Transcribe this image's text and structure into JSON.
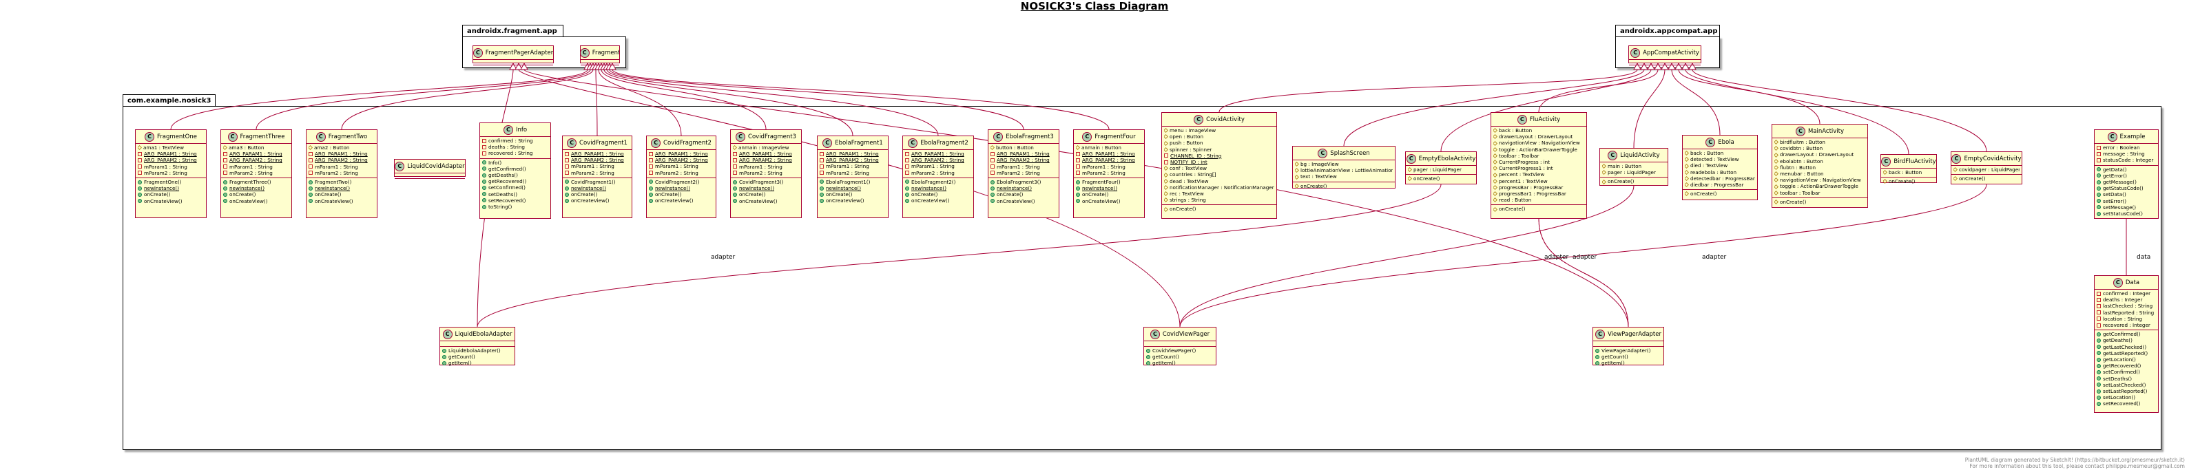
{
  "diagram": {
    "title": "NOSICK3's Class Diagram",
    "packages": {
      "fragment_app": "androidx.fragment.app",
      "appcompat_app": "androidx.appcompat.app",
      "main": "com.example.nosick3"
    },
    "edge_labels": {
      "adapter": "adapter",
      "data": "data"
    },
    "footer": {
      "line1": "PlantUML diagram generated by SketchIt! (https://bitbucket.org/pmesmeur/sketch.it)",
      "line2": "For more information about this tool, please contact philippe.mesmeur@gmail.com"
    },
    "colors": {
      "class_fill": "#FEFECE",
      "class_border": "#A80036",
      "private": "#C82930",
      "public": "#84BE84",
      "protected": "#B38D22"
    }
  },
  "classes": {
    "FragmentPagerAdapter": {
      "name": "FragmentPagerAdapter",
      "fields": [],
      "methods": []
    },
    "Fragment": {
      "name": "Fragment",
      "fields": [],
      "methods": []
    },
    "AppCompatActivity": {
      "name": "AppCompatActivity",
      "fields": [],
      "methods": []
    },
    "FragmentOne": {
      "name": "FragmentOne",
      "fields": [
        [
          "prot",
          "ama1 : TextView"
        ],
        [
          "priv",
          "ARG_PARAM1 : String",
          "st"
        ],
        [
          "priv",
          "ARG_PARAM2 : String",
          "st"
        ],
        [
          "priv",
          "mParam1 : String"
        ],
        [
          "priv",
          "mParam2 : String"
        ]
      ],
      "methods": [
        [
          "pub",
          "FragmentOne()"
        ],
        [
          "pub",
          "newInstance()",
          "st"
        ],
        [
          "pub",
          "onCreate()"
        ],
        [
          "pub",
          "onCreateView()"
        ]
      ]
    },
    "FragmentThree": {
      "name": "FragmentThree",
      "fields": [
        [
          "prot",
          "ama3 : Button"
        ],
        [
          "priv",
          "ARG_PARAM1 : String",
          "st"
        ],
        [
          "priv",
          "ARG_PARAM2 : String",
          "st"
        ],
        [
          "priv",
          "mParam1 : String"
        ],
        [
          "priv",
          "mParam2 : String"
        ]
      ],
      "methods": [
        [
          "pub",
          "FragmentThree()"
        ],
        [
          "pub",
          "newInstance()",
          "st"
        ],
        [
          "pub",
          "onCreate()"
        ],
        [
          "pub",
          "onCreateView()"
        ]
      ]
    },
    "FragmentTwo": {
      "name": "FragmentTwo",
      "fields": [
        [
          "prot",
          "ama2 : Button"
        ],
        [
          "priv",
          "ARG_PARAM1 : String",
          "st"
        ],
        [
          "priv",
          "ARG_PARAM2 : String",
          "st"
        ],
        [
          "priv",
          "mParam1 : String"
        ],
        [
          "priv",
          "mParam2 : String"
        ]
      ],
      "methods": [
        [
          "pub",
          "FragmentTwo()"
        ],
        [
          "pub",
          "newInstance()",
          "st"
        ],
        [
          "pub",
          "onCreate()"
        ],
        [
          "pub",
          "onCreateView()"
        ]
      ]
    },
    "LiquidCovidAdapter": {
      "name": "LiquidCovidAdapter",
      "fields": [],
      "methods": []
    },
    "Info": {
      "name": "Info",
      "fields": [
        [
          "priv",
          "confirmed : String"
        ],
        [
          "priv",
          "deaths : String"
        ],
        [
          "priv",
          "recovered : String"
        ]
      ],
      "methods": [
        [
          "pub",
          "Info()"
        ],
        [
          "pub",
          "getConfirmed()"
        ],
        [
          "pub",
          "getDeaths()"
        ],
        [
          "pub",
          "getRecovered()"
        ],
        [
          "pub",
          "setConfirmed()"
        ],
        [
          "pub",
          "setDeaths()"
        ],
        [
          "pub",
          "setRecovered()"
        ],
        [
          "pub",
          "toString()"
        ]
      ]
    },
    "CovidFragment1": {
      "name": "CovidFragment1",
      "fields": [
        [
          "priv",
          "ARG_PARAM1 : String",
          "st"
        ],
        [
          "priv",
          "ARG_PARAM2 : String",
          "st"
        ],
        [
          "priv",
          "mParam1 : String"
        ],
        [
          "priv",
          "mParam2 : String"
        ]
      ],
      "methods": [
        [
          "pub",
          "CovidFragment1()"
        ],
        [
          "pub",
          "newInstance()",
          "st"
        ],
        [
          "pub",
          "onCreate()"
        ],
        [
          "pub",
          "onCreateView()"
        ]
      ]
    },
    "CovidFragment2": {
      "name": "CovidFragment2",
      "fields": [
        [
          "priv",
          "ARG_PARAM1 : String",
          "st"
        ],
        [
          "priv",
          "ARG_PARAM2 : String",
          "st"
        ],
        [
          "priv",
          "mParam1 : String"
        ],
        [
          "priv",
          "mParam2 : String"
        ]
      ],
      "methods": [
        [
          "pub",
          "CovidFragment2()"
        ],
        [
          "pub",
          "newInstance()",
          "st"
        ],
        [
          "pub",
          "onCreate()"
        ],
        [
          "pub",
          "onCreateView()"
        ]
      ]
    },
    "CovidFragment3": {
      "name": "CovidFragment3",
      "fields": [
        [
          "prot",
          "anmain : ImageView"
        ],
        [
          "priv",
          "ARG_PARAM1 : String",
          "st"
        ],
        [
          "priv",
          "ARG_PARAM2 : String",
          "st"
        ],
        [
          "priv",
          "mParam1 : String"
        ],
        [
          "priv",
          "mParam2 : String"
        ]
      ],
      "methods": [
        [
          "pub",
          "CovidFragment3()"
        ],
        [
          "pub",
          "newInstance()",
          "st"
        ],
        [
          "pub",
          "onCreate()"
        ],
        [
          "pub",
          "onCreateView()"
        ]
      ]
    },
    "EbolaFragment1": {
      "name": "EbolaFragment1",
      "fields": [
        [
          "priv",
          "ARG_PARAM1 : String",
          "st"
        ],
        [
          "priv",
          "ARG_PARAM2 : String",
          "st"
        ],
        [
          "priv",
          "mParam1 : String"
        ],
        [
          "priv",
          "mParam2 : String"
        ]
      ],
      "methods": [
        [
          "pub",
          "EbolaFragment1()"
        ],
        [
          "pub",
          "newInstance()",
          "st"
        ],
        [
          "pub",
          "onCreate()"
        ],
        [
          "pub",
          "onCreateView()"
        ]
      ]
    },
    "EbolaFragment2": {
      "name": "EbolaFragment2",
      "fields": [
        [
          "priv",
          "ARG_PARAM1 : String",
          "st"
        ],
        [
          "priv",
          "ARG_PARAM2 : String",
          "st"
        ],
        [
          "priv",
          "mParam1 : String"
        ],
        [
          "priv",
          "mParam2 : String"
        ]
      ],
      "methods": [
        [
          "pub",
          "EbolaFragment2()"
        ],
        [
          "pub",
          "newInstance()",
          "st"
        ],
        [
          "pub",
          "onCreate()"
        ],
        [
          "pub",
          "onCreateView()"
        ]
      ]
    },
    "EbolaFragment3": {
      "name": "EbolaFragment3",
      "fields": [
        [
          "prot",
          "button : Button"
        ],
        [
          "priv",
          "ARG_PARAM1 : String",
          "st"
        ],
        [
          "priv",
          "ARG_PARAM2 : String",
          "st"
        ],
        [
          "priv",
          "mParam1 : String"
        ],
        [
          "priv",
          "mParam2 : String"
        ]
      ],
      "methods": [
        [
          "pub",
          "EbolaFragment3()"
        ],
        [
          "pub",
          "newInstance()",
          "st"
        ],
        [
          "pub",
          "onCreate()"
        ],
        [
          "pub",
          "onCreateView()"
        ]
      ]
    },
    "FragmentFour": {
      "name": "FragmentFour",
      "fields": [
        [
          "prot",
          "anmain : Button"
        ],
        [
          "priv",
          "ARG_PARAM1 : String",
          "st"
        ],
        [
          "priv",
          "ARG_PARAM2 : String",
          "st"
        ],
        [
          "priv",
          "mParam1 : String"
        ],
        [
          "priv",
          "mParam2 : String"
        ]
      ],
      "methods": [
        [
          "pub",
          "FragmentFour()"
        ],
        [
          "pub",
          "newInstance()",
          "st"
        ],
        [
          "pub",
          "onCreate()"
        ],
        [
          "pub",
          "onCreateView()"
        ]
      ]
    },
    "CovidActivity": {
      "name": "CovidActivity",
      "fields": [
        [
          "prot",
          "menu : ImageView"
        ],
        [
          "prot",
          "open : Button"
        ],
        [
          "prot",
          "push : Button"
        ],
        [
          "prot",
          "spinner : Spinner"
        ],
        [
          "priv",
          "CHANNEL_ID : String",
          "st"
        ],
        [
          "priv",
          "NOTIFY_ID : int",
          "st"
        ],
        [
          "prot",
          "conf : TextView"
        ],
        [
          "prot",
          "countries : String[]"
        ],
        [
          "prot",
          "dead : TextView"
        ],
        [
          "prot",
          "notificationManager : NotificationManager"
        ],
        [
          "prot",
          "rec : TextView"
        ],
        [
          "prot",
          "strings : String"
        ]
      ],
      "methods": [
        [
          "prot",
          "onCreate()"
        ]
      ]
    },
    "SplashScreen": {
      "name": "SplashScreen",
      "fields": [
        [
          "prot",
          "bg : ImageView"
        ],
        [
          "prot",
          "lottieAnimationView : LottieAnimationView"
        ],
        [
          "prot",
          "text : TextView"
        ]
      ],
      "methods": [
        [
          "prot",
          "onCreate()"
        ]
      ]
    },
    "EmptyEbolaActivity": {
      "name": "EmptyEbolaActivity",
      "fields": [
        [
          "prot",
          "pager : LiquidPager"
        ]
      ],
      "methods": [
        [
          "prot",
          "onCreate()"
        ]
      ]
    },
    "FluActivity": {
      "name": "FluActivity",
      "fields": [
        [
          "prot",
          "back : Button"
        ],
        [
          "prot",
          "drawerLayout : DrawerLayout"
        ],
        [
          "prot",
          "navigationView : NavigationView"
        ],
        [
          "prot",
          "toggle : ActionBarDrawerToggle"
        ],
        [
          "prot",
          "toolbar : Toolbar"
        ],
        [
          "prot",
          "CurrentProgress : int"
        ],
        [
          "prot",
          "CurrentProgress1 : int"
        ],
        [
          "prot",
          "percent : TextView"
        ],
        [
          "prot",
          "percent1 : TextView"
        ],
        [
          "prot",
          "progressBar : ProgressBar"
        ],
        [
          "prot",
          "progressBar1 : ProgressBar"
        ],
        [
          "prot",
          "read : Button"
        ]
      ],
      "methods": [
        [
          "prot",
          "onCreate()"
        ]
      ]
    },
    "LiquidActivity": {
      "name": "LiquidActivity",
      "fields": [
        [
          "prot",
          "main : Button"
        ],
        [
          "prot",
          "pager : LiquidPager"
        ]
      ],
      "methods": [
        [
          "prot",
          "onCreate()"
        ]
      ]
    },
    "Ebola": {
      "name": "Ebola",
      "fields": [
        [
          "prot",
          "back : Button"
        ],
        [
          "prot",
          "detected : TextView"
        ],
        [
          "prot",
          "died : TextView"
        ],
        [
          "prot",
          "readebola : Button"
        ],
        [
          "prot",
          "detectedbar : ProgressBar"
        ],
        [
          "prot",
          "diedbar : ProgressBar"
        ]
      ],
      "methods": [
        [
          "prot",
          "onCreate()"
        ]
      ]
    },
    "MainActivity": {
      "name": "MainActivity",
      "fields": [
        [
          "prot",
          "birdfluitm : Button"
        ],
        [
          "prot",
          "covidbtn : Button"
        ],
        [
          "prot",
          "drawerLayout : DrawerLayout"
        ],
        [
          "prot",
          "ebolabtn : Button"
        ],
        [
          "prot",
          "flubtn : Button"
        ],
        [
          "prot",
          "menubar : Button"
        ],
        [
          "prot",
          "navigationView : NavigationView"
        ],
        [
          "prot",
          "toggle : ActionBarDrawerToggle"
        ],
        [
          "prot",
          "toolbar : Toolbar"
        ]
      ],
      "methods": [
        [
          "prot",
          "onCreate()"
        ]
      ]
    },
    "BirdFluActivity": {
      "name": "BirdFluActivity",
      "fields": [
        [
          "prot",
          "back : Button"
        ]
      ],
      "methods": [
        [
          "prot",
          "onCreate()"
        ]
      ]
    },
    "EmptyCovidActivity": {
      "name": "EmptyCovidActivity",
      "fields": [
        [
          "prot",
          "covidpager : LiquidPager"
        ]
      ],
      "methods": [
        [
          "prot",
          "onCreate()"
        ]
      ]
    },
    "Example": {
      "name": "Example",
      "fields": [
        [
          "priv",
          "error : Boolean"
        ],
        [
          "priv",
          "message : String"
        ],
        [
          "priv",
          "statusCode : Integer"
        ]
      ],
      "methods": [
        [
          "pub",
          "getData()"
        ],
        [
          "pub",
          "getError()"
        ],
        [
          "pub",
          "getMessage()"
        ],
        [
          "pub",
          "getStatusCode()"
        ],
        [
          "pub",
          "setData()"
        ],
        [
          "pub",
          "setError()"
        ],
        [
          "pub",
          "setMessage()"
        ],
        [
          "pub",
          "setStatusCode()"
        ]
      ]
    },
    "LiquidEbolaAdapter": {
      "name": "LiquidEbolaAdapter",
      "fields": [],
      "methods": [
        [
          "pub",
          "LiquidEbolaAdapter()"
        ],
        [
          "pub",
          "getCount()"
        ],
        [
          "pub",
          "getItem()"
        ]
      ]
    },
    "CovidViewPager": {
      "name": "CovidViewPager",
      "fields": [],
      "methods": [
        [
          "pub",
          "CovidViewPager()"
        ],
        [
          "pub",
          "getCount()"
        ],
        [
          "pub",
          "getItem()"
        ]
      ]
    },
    "ViewPagerAdapter": {
      "name": "ViewPagerAdapter",
      "fields": [],
      "methods": [
        [
          "pub",
          "ViewPagerAdapter()"
        ],
        [
          "pub",
          "getCount()"
        ],
        [
          "pub",
          "getItem()"
        ]
      ]
    },
    "Data": {
      "name": "Data",
      "fields": [
        [
          "priv",
          "confirmed : Integer"
        ],
        [
          "priv",
          "deaths : Integer"
        ],
        [
          "priv",
          "lastChecked : String"
        ],
        [
          "priv",
          "lastReported : String"
        ],
        [
          "priv",
          "location : String"
        ],
        [
          "priv",
          "recovered : Integer"
        ]
      ],
      "methods": [
        [
          "pub",
          "getConfirmed()"
        ],
        [
          "pub",
          "getDeaths()"
        ],
        [
          "pub",
          "getLastChecked()"
        ],
        [
          "pub",
          "getLastReported()"
        ],
        [
          "pub",
          "getLocation()"
        ],
        [
          "pub",
          "getRecovered()"
        ],
        [
          "pub",
          "setConfirmed()"
        ],
        [
          "pub",
          "setDeaths()"
        ],
        [
          "pub",
          "setLastChecked()"
        ],
        [
          "pub",
          "setLastReported()"
        ],
        [
          "pub",
          "setLocation()"
        ],
        [
          "pub",
          "setRecovered()"
        ]
      ]
    }
  }
}
